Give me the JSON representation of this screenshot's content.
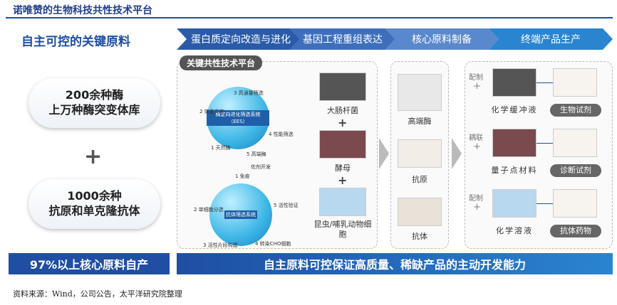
{
  "title": "诺唯赞的生物科技共性技术平台",
  "left": {
    "heading": "自主可控的关键原料",
    "box1": [
      "200余种酶",
      "上万种酶突变体库"
    ],
    "plus": "+",
    "box2": [
      "1000余种",
      "抗原和单克隆抗体"
    ],
    "bottom": "97%以上核心原料自产"
  },
  "stages": [
    "蛋白质定向改造与进化",
    "基因工程重组表达",
    "核心原料制备",
    "终端产品生产"
  ],
  "platform": {
    "tag": "关键共性技术平台",
    "sphere1": "酶定向进化筛选系统（EES）",
    "sphere2": "抗体筛选系统",
    "steps1": [
      "3 高通量筛选",
      "2 突变文库",
      "4 性能筛选",
      "1 天然酶",
      "5 高端酶"
    ],
    "middle": "佐剂开发",
    "steps2": [
      "1 免疫",
      "2 单细胞分选",
      "5 活性验证",
      "3 活性片段构建",
      "4 转染CHO细胞"
    ],
    "hosts": [
      "大肠杆菌",
      "酵母",
      "昆虫/哺乳动物细胞"
    ],
    "plus": "+"
  },
  "core": [
    "高端酶",
    "抗原",
    "抗体"
  ],
  "terminal": [
    {
      "verb": "配制",
      "material": "化学缓冲液",
      "product": "生物试剂"
    },
    {
      "verb": "耦联",
      "material": "量子点材料",
      "product": "诊断试剂"
    },
    {
      "verb": "配制",
      "material": "化学溶液",
      "product": "抗体药物"
    }
  ],
  "bottom_right": "自主原料可控保证高质量、稀缺产品的主动开发能力",
  "source": "资料来源：Wind，公司公告，太平洋研究院整理"
}
